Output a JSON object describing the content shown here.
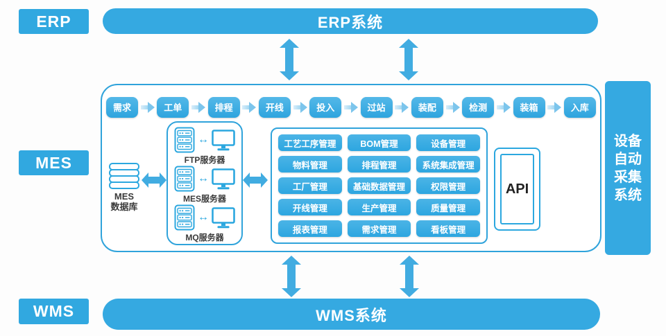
{
  "side_labels": {
    "erp": "ERP",
    "mes": "MES",
    "wms": "WMS"
  },
  "bars": {
    "erp_system": "ERP系统",
    "wms_system": "WMS系统"
  },
  "right_panel": {
    "title": "设备自动采集系统",
    "lines": [
      "设备",
      "自动",
      "采集",
      "系统"
    ]
  },
  "process_steps": [
    "需求",
    "工单",
    "排程",
    "开线",
    "投入",
    "过站",
    "装配",
    "检测",
    "装箱",
    "入库"
  ],
  "database": {
    "line1": "MES",
    "line2": "数据库"
  },
  "servers": [
    {
      "label": "FTP服务器"
    },
    {
      "label": "MES服务器"
    },
    {
      "label": "MQ服务器"
    }
  ],
  "modules": [
    "工艺工序管理",
    "BOM管理",
    "设备管理",
    "物料管理",
    "排程管理",
    "系统集成管理",
    "工厂管理",
    "基础数据管理",
    "权限管理",
    "开线管理",
    "生产管理",
    "质量管理",
    "报表管理",
    "需求管理",
    "看板管理"
  ],
  "api_label": "API",
  "colors": {
    "primary": "#35A9E1",
    "border": "#2FA3DB",
    "icon_stroke": "#2BA7DF",
    "arrow": "#41ACE1",
    "mini_arrow": "#7CC5EC",
    "text_dark": "#3A3A3A"
  }
}
